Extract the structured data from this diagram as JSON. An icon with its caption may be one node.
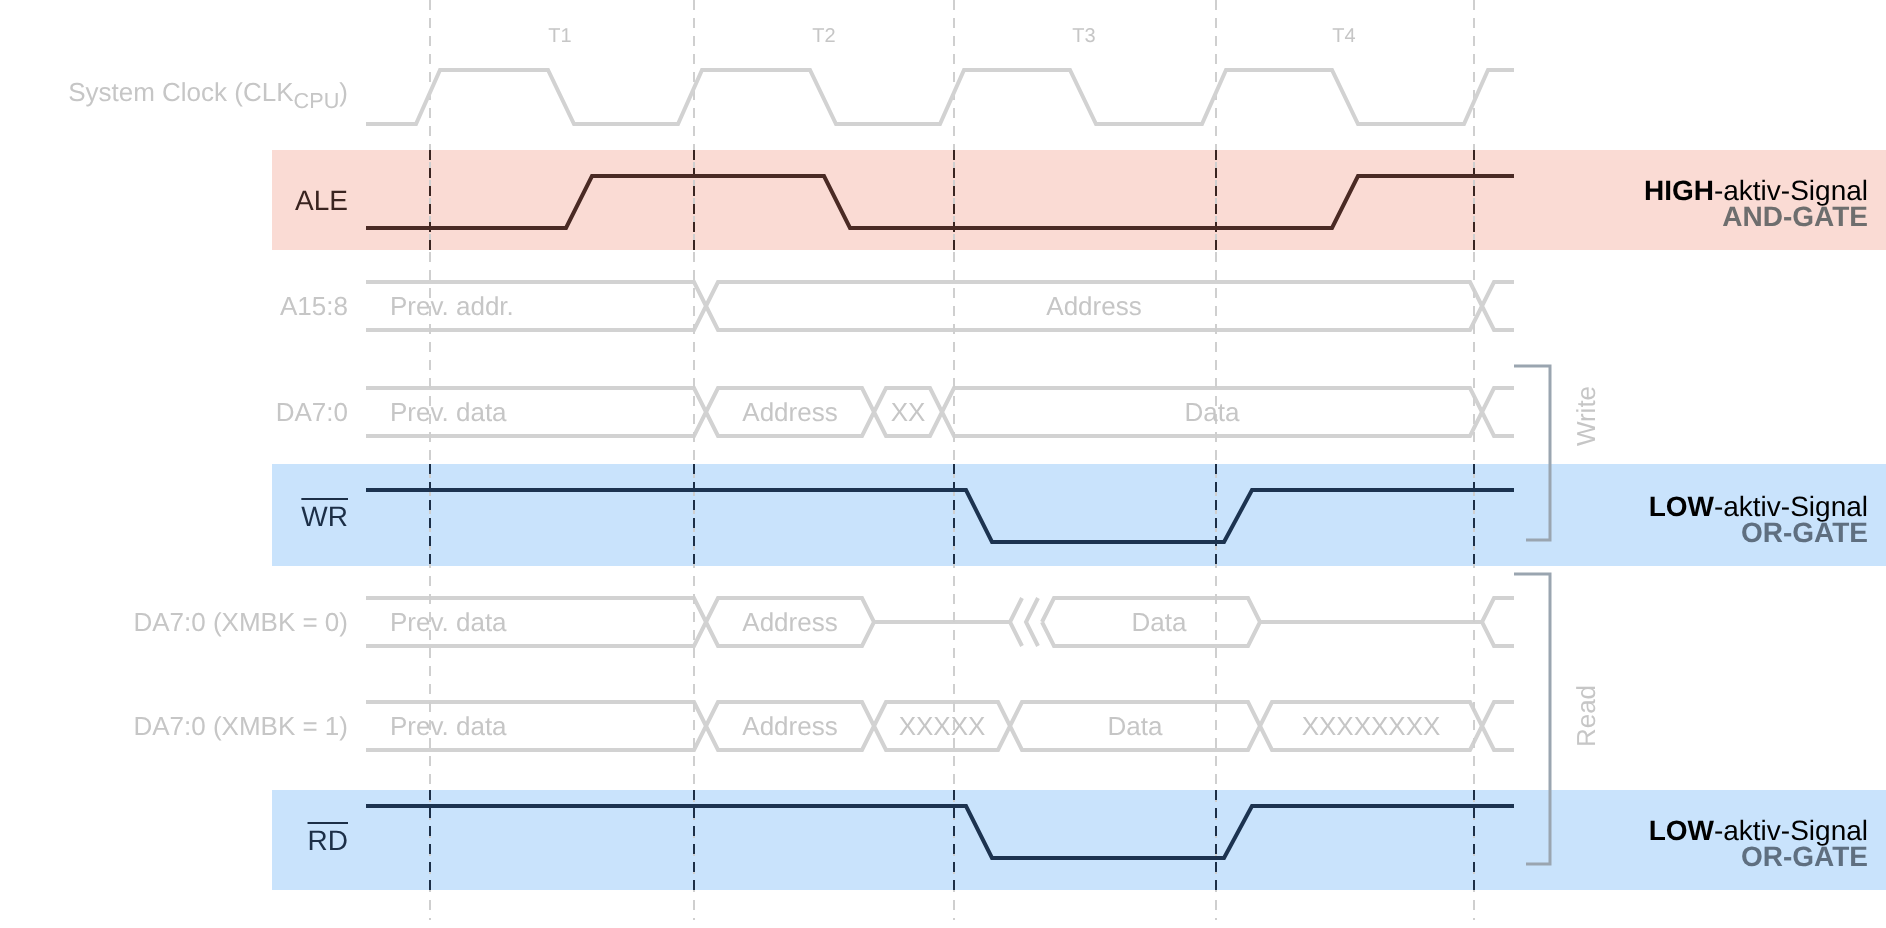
{
  "diagram": {
    "nodes": [
      {
        "text": [
          "ALE",
          "**HIGH**-aktiv-Signal",
          "AND-GATE"
        ]
      },
      {
        "text": [
          "Prev. addr."
        ]
      },
      {
        "text": [
          "Address"
        ]
      },
      {
        "text": [
          "Prev. data"
        ]
      },
      {
        "text": [
          "Address"
        ]
      },
      {
        "text": [
          "XX"
        ]
      },
      {
        "text": [
          "Data"
        ]
      },
      {
        "text": [
          "WR",
          "**LOW**-aktiv-Signal",
          "OR-GATE"
        ]
      },
      {
        "text": [
          "Prev. data"
        ]
      },
      {
        "text": [
          "Address"
        ]
      },
      {
        "text": [
          "Data"
        ]
      },
      {
        "text": [
          "Prev. data"
        ]
      },
      {
        "text": [
          "Address"
        ]
      },
      {
        "text": [
          "XXXXX"
        ]
      },
      {
        "text": [
          "Data"
        ]
      },
      {
        "text": [
          "XXXXXXXX"
        ]
      },
      {
        "text": [
          "RD",
          "**LOW**-aktiv-Signal",
          "OR-GATE"
        ]
      }
    ],
    "labels": [
      "T1",
      "T2",
      "T3",
      "T4",
      "System Clock (CLK$_{CPU}$)",
      "A15:8",
      "DA7:0",
      "Write",
      "DA7:0 (XMBK = 0)",
      "DA7:0 (XMBK = 1)",
      "Read"
    ]
  }
}
